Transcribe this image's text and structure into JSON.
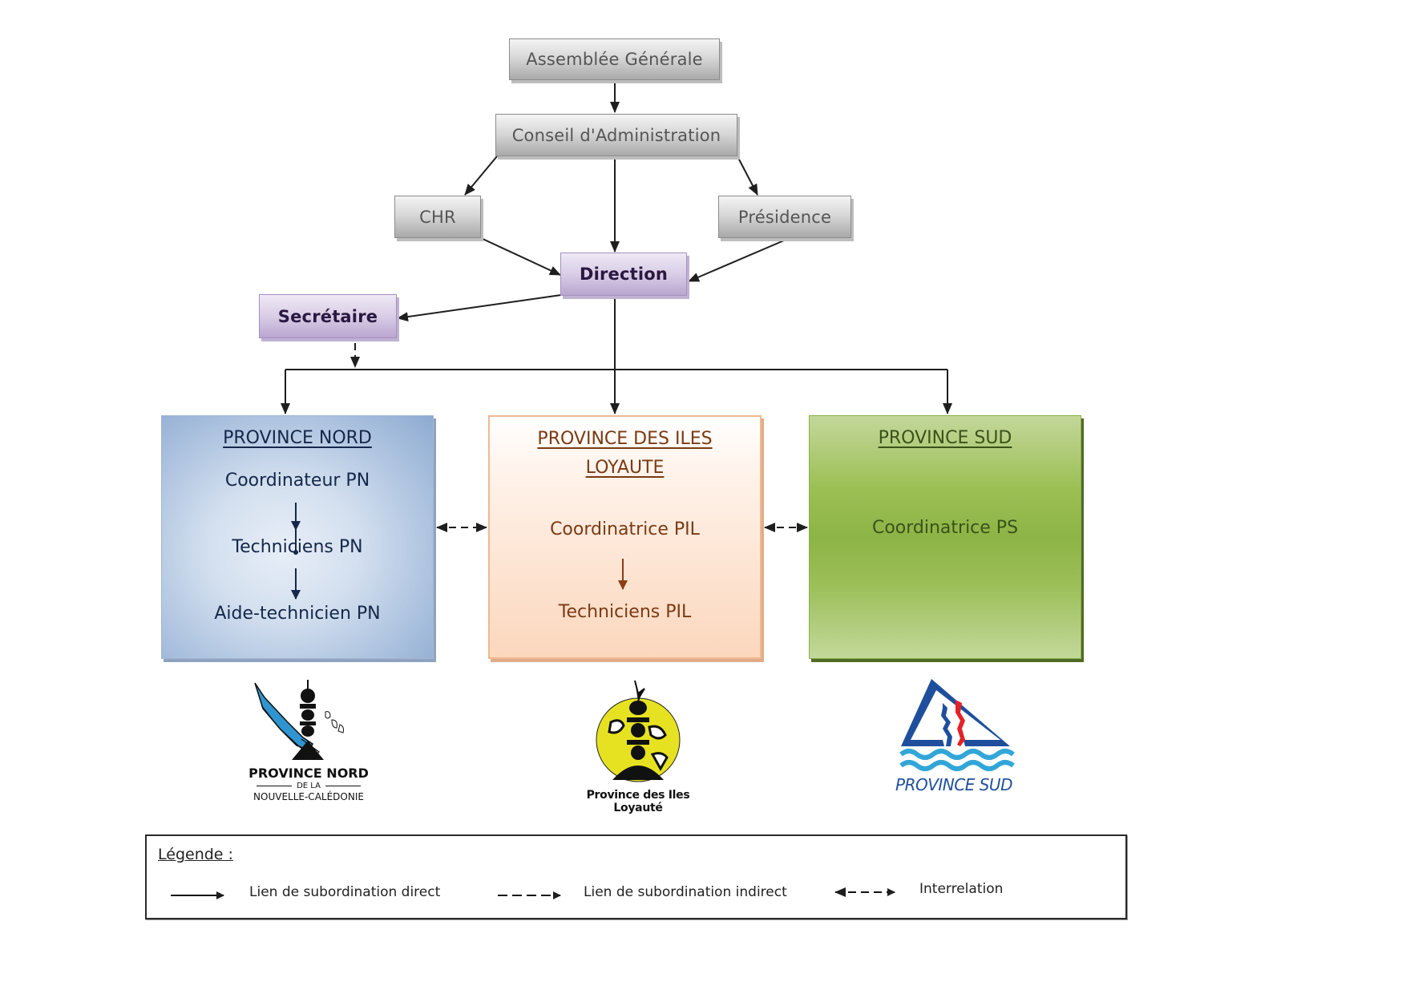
{
  "nodes": {
    "assemblee": "Assemblée Générale",
    "conseil": "Conseil d'Administration",
    "chr": "CHR",
    "presidence": "Présidence",
    "direction": "Direction",
    "secretaire": "Secrétaire"
  },
  "provinces": {
    "nord": {
      "title": "PROVINCE NORD",
      "roles": [
        "Coordinateur PN",
        "Techniciens PN",
        "Aide-technicien PN"
      ],
      "color": "#15284a"
    },
    "iles": {
      "title_line1": "PROVINCE DES ILES",
      "title_line2": "LOYAUTE",
      "roles": [
        "Coordinatrice PIL",
        "Techniciens PIL"
      ],
      "color": "#7a3a14"
    },
    "sud": {
      "title": "PROVINCE SUD",
      "roles": [
        "Coordinatrice PS"
      ],
      "color": "#3a5219"
    }
  },
  "logos": {
    "nord": {
      "line1": "PROVINCE NORD",
      "line2": "DE LA",
      "line3": "NOUVELLE-CALÉDONIE"
    },
    "iles": {
      "caption": "Province des Iles Loyauté"
    },
    "sud": {
      "caption": "PROVINCE SUD"
    }
  },
  "legend": {
    "title": "Légende :",
    "items": [
      {
        "label": "Lien de subordination direct",
        "style": "solid-arrow"
      },
      {
        "label": "Lien de subordination indirect",
        "style": "dashed-arrow"
      },
      {
        "label": "Interrelation",
        "style": "dashed-double-arrow"
      }
    ]
  }
}
